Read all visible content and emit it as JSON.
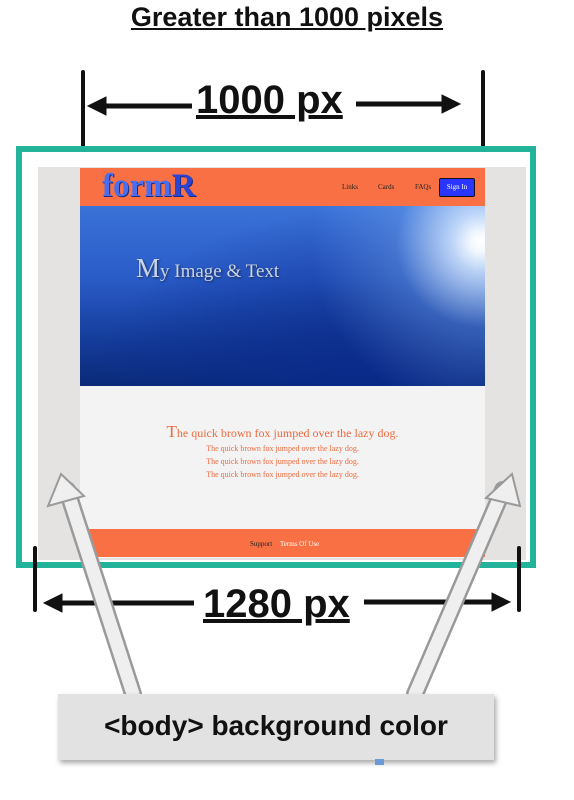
{
  "diagram": {
    "title": "Greater than 1000 pixels",
    "inner_width_label": "1000 px",
    "outer_width_label": "1280 px",
    "callout_label": "<body> background color"
  },
  "mock_page": {
    "logo_main": "form",
    "logo_accent": "R",
    "nav": {
      "links": "Links",
      "cards": "Cards",
      "faqs": "FAQs",
      "signin": "Sign In"
    },
    "hero": {
      "initial": "M",
      "rest": "y Image & Text"
    },
    "content": {
      "lead_initial": "T",
      "lead_rest": "he quick brown fox jumped over the lazy dog.",
      "lines": [
        "The quick brown fox jumped over the lazy dog.",
        "The quick brown fox jumped over the lazy dog.",
        "The quick brown fox jumped over the lazy dog."
      ]
    },
    "footer": {
      "support": "Support",
      "terms": "Terms Of Use"
    }
  },
  "colors": {
    "frame": "#22b39a",
    "body_background": "#e4e3e2",
    "navbar": "#f97044",
    "signin_button": "#2a36ff",
    "text_accent": "#ee6a3e"
  }
}
